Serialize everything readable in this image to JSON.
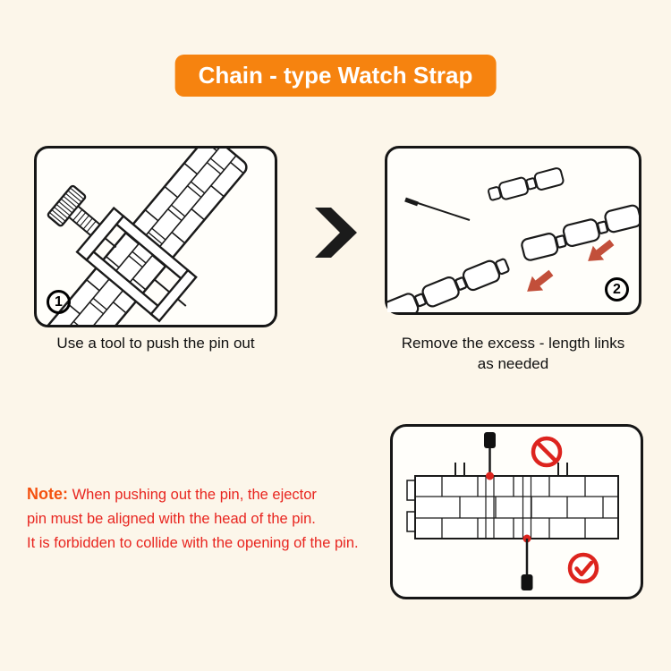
{
  "page": {
    "background_color": "#fcf6ea"
  },
  "title": {
    "text": "Chain - type Watch Strap",
    "background_color": "#f6830f",
    "text_color": "#ffffff"
  },
  "steps": [
    {
      "number": "1",
      "caption": "Use a tool to push the pin out"
    },
    {
      "number": "2",
      "caption_line1": "Remove the excess - length links",
      "caption_line2": "as needed"
    }
  ],
  "note": {
    "label": "Note:",
    "line1": " When pushing out the pin, the ejector",
    "line2": "pin must be aligned with the head of the pin.",
    "line3": "It is forbidden to collide with the opening of the pin.",
    "label_color": "#f4510f",
    "text_color": "#e8251f"
  },
  "icons": {
    "chevron_right": {
      "name": "chevron-right-icon",
      "color": "#1b1b1b"
    },
    "red_arrow": {
      "name": "red-arrow-icon",
      "color": "#c24f3a"
    },
    "prohibition": {
      "name": "prohibition-icon",
      "color": "#dd241e"
    },
    "check_circle": {
      "name": "check-circle-icon",
      "color": "#dd241e"
    }
  }
}
